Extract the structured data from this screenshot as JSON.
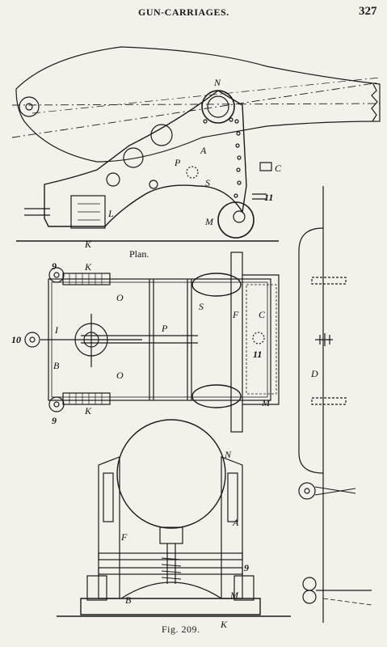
{
  "header": {
    "running_head": "GUN-CARRIAGES.",
    "page_number": "327"
  },
  "figure": {
    "caption": "Fig. 209.",
    "plan_label": "Plan.",
    "side_view_labels": {
      "N": "N",
      "A": "A",
      "P": "P",
      "S": "S",
      "C": "C",
      "H": "11",
      "L": "L",
      "M": "M",
      "K": "K"
    },
    "plan_labels": {
      "K_top": "K",
      "nine_top": "9",
      "O_top": "O",
      "S": "S",
      "F": "F",
      "C": "C",
      "I": "I",
      "ten": "10",
      "B": "B",
      "P": "P",
      "H": "11",
      "O_bottom": "O",
      "K_bottom": "K",
      "nine_bottom": "9",
      "M": "M"
    },
    "end_view_labels": {
      "N": "N",
      "A": "A",
      "F": "F",
      "nine": "9",
      "M": "M",
      "B": "B",
      "K": "K"
    },
    "chassis_labels": {
      "D": "D"
    }
  }
}
